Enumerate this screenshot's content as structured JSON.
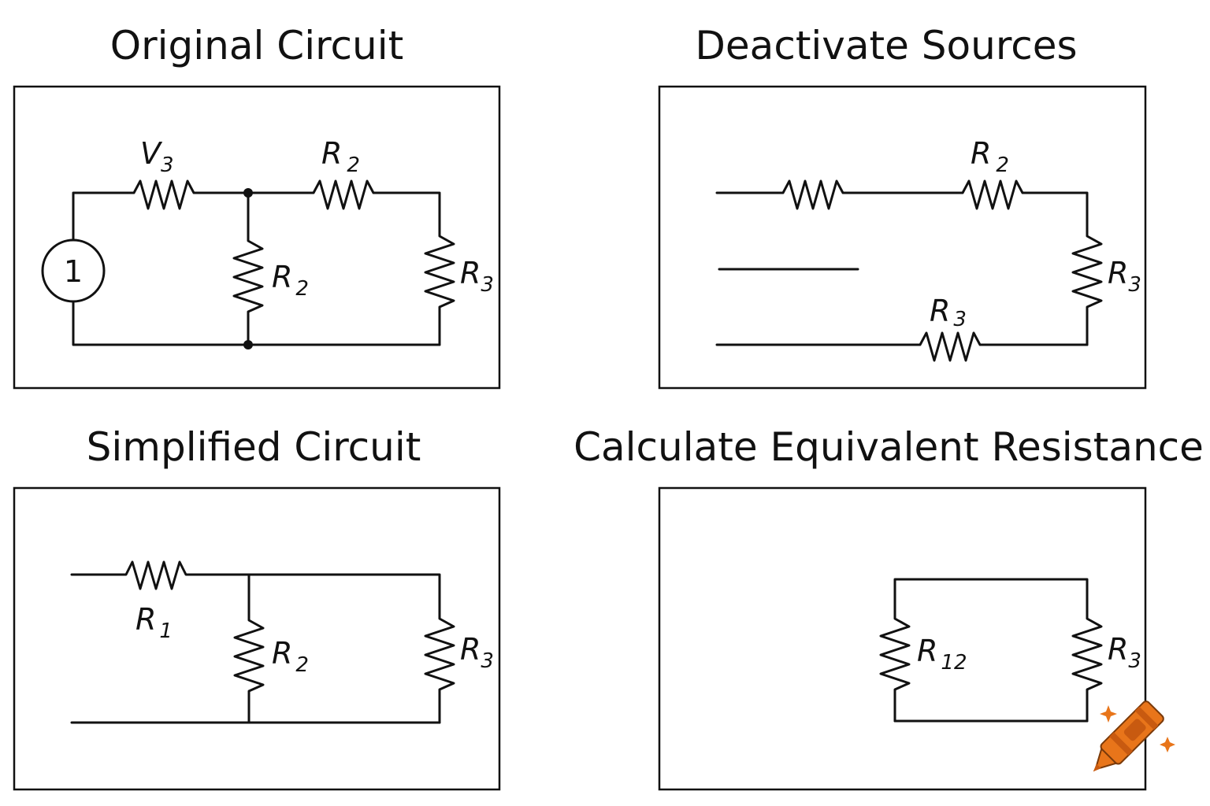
{
  "titles": {
    "original": "Original Circuit",
    "deactivate": "Deactivate Sources",
    "simplified": "Simplified Circuit",
    "equivalent": "Calculate Equivalent Resistance"
  },
  "labels": {
    "p1_source": "1",
    "p1_v": "V",
    "p1_v_sub": "3",
    "p1_r2_top": "R",
    "p1_r2_top_sub": "2",
    "p1_r2_mid": "R",
    "p1_r2_mid_sub": "2",
    "p1_r3": "R",
    "p1_r3_sub": "3",
    "p2_r2": "R",
    "p2_r2_sub": "2",
    "p2_r3_right": "R",
    "p2_r3_right_sub": "3",
    "p2_r3_bottom": "R",
    "p2_r3_bottom_sub": "3",
    "p3_r1": "R",
    "p3_r1_sub": "1",
    "p3_r2": "R",
    "p3_r2_sub": "2",
    "p3_r3": "R",
    "p3_r3_sub": "3",
    "p4_r12": "R",
    "p4_r12_sub": "12",
    "p4_r3": "R",
    "p4_r3_sub": "3"
  },
  "icons": {
    "logo": "crayon-sparkle-icon"
  },
  "colors": {
    "stroke": "#111111",
    "crayon": "#e8751a",
    "crayon_dark": "#c85a10",
    "sparkle": "#e8751a"
  }
}
